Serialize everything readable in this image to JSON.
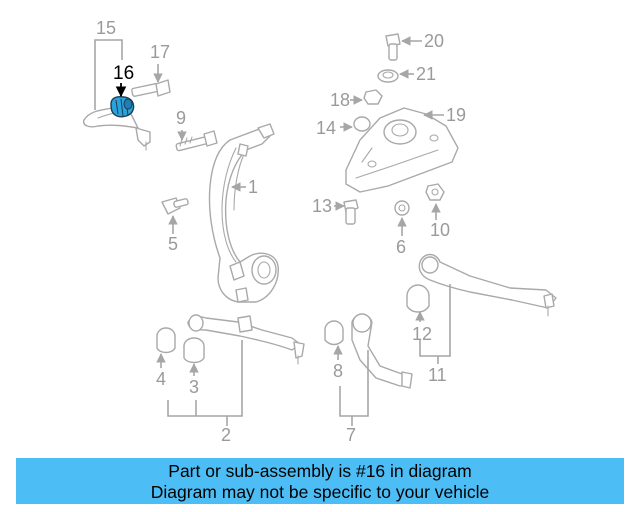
{
  "diagram": {
    "highlight_color": "#2aa3dc",
    "callouts": {
      "c1": "1",
      "c2": "2",
      "c3": "3",
      "c4": "4",
      "c5": "5",
      "c6": "6",
      "c7": "7",
      "c8": "8",
      "c9": "9",
      "c10": "10",
      "c11": "11",
      "c12": "12",
      "c13": "13",
      "c14": "14",
      "c15": "15",
      "c16": "16",
      "c17": "17",
      "c18": "18",
      "c19": "19",
      "c20": "20",
      "c21": "21"
    },
    "highlighted_part": "16"
  },
  "banner": {
    "line1": "Part or sub-assembly is #16 in diagram",
    "line2": "Diagram may not be specific to your vehicle"
  }
}
